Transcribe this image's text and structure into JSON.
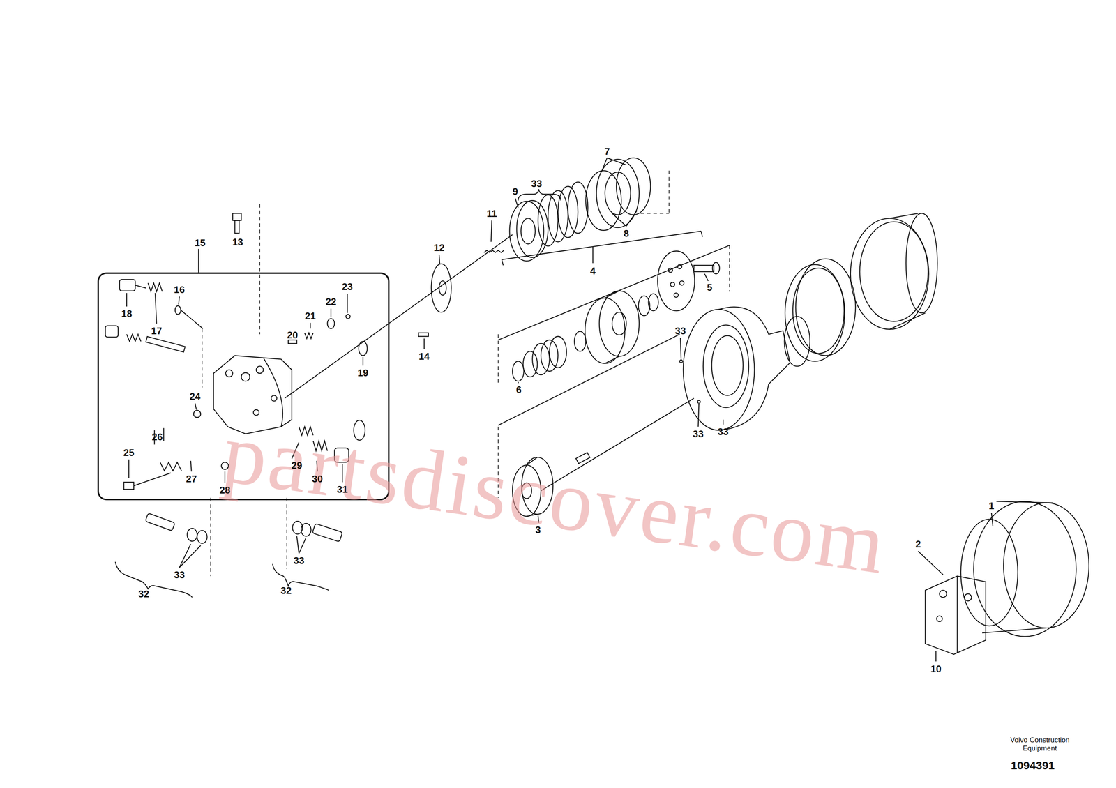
{
  "diagram": {
    "nodes": [
      {
        "text": [
          "15"
        ]
      }
    ],
    "labels": [
      "7",
      "33",
      "9",
      "11",
      "8",
      "12",
      "13",
      "4",
      "5",
      "23",
      "16",
      "22",
      "21",
      "18",
      "17",
      "20",
      "33",
      "14",
      "19",
      "6",
      "24",
      "26",
      "33",
      "33",
      "25",
      "29",
      "27",
      "30",
      "31",
      "28",
      "1",
      "3",
      "2",
      "33",
      "33",
      "32",
      "32",
      "10",
      "Volvo Construction Equipment",
      "1094391",
      "partsdiscover.com"
    ]
  }
}
